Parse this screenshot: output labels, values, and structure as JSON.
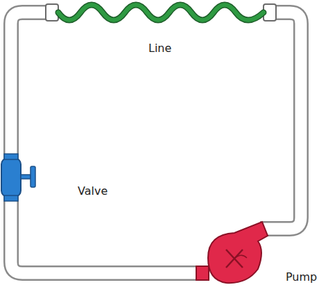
{
  "diagram": {
    "labels": [
      "Line",
      "Valve",
      "Pump"
    ]
  }
}
